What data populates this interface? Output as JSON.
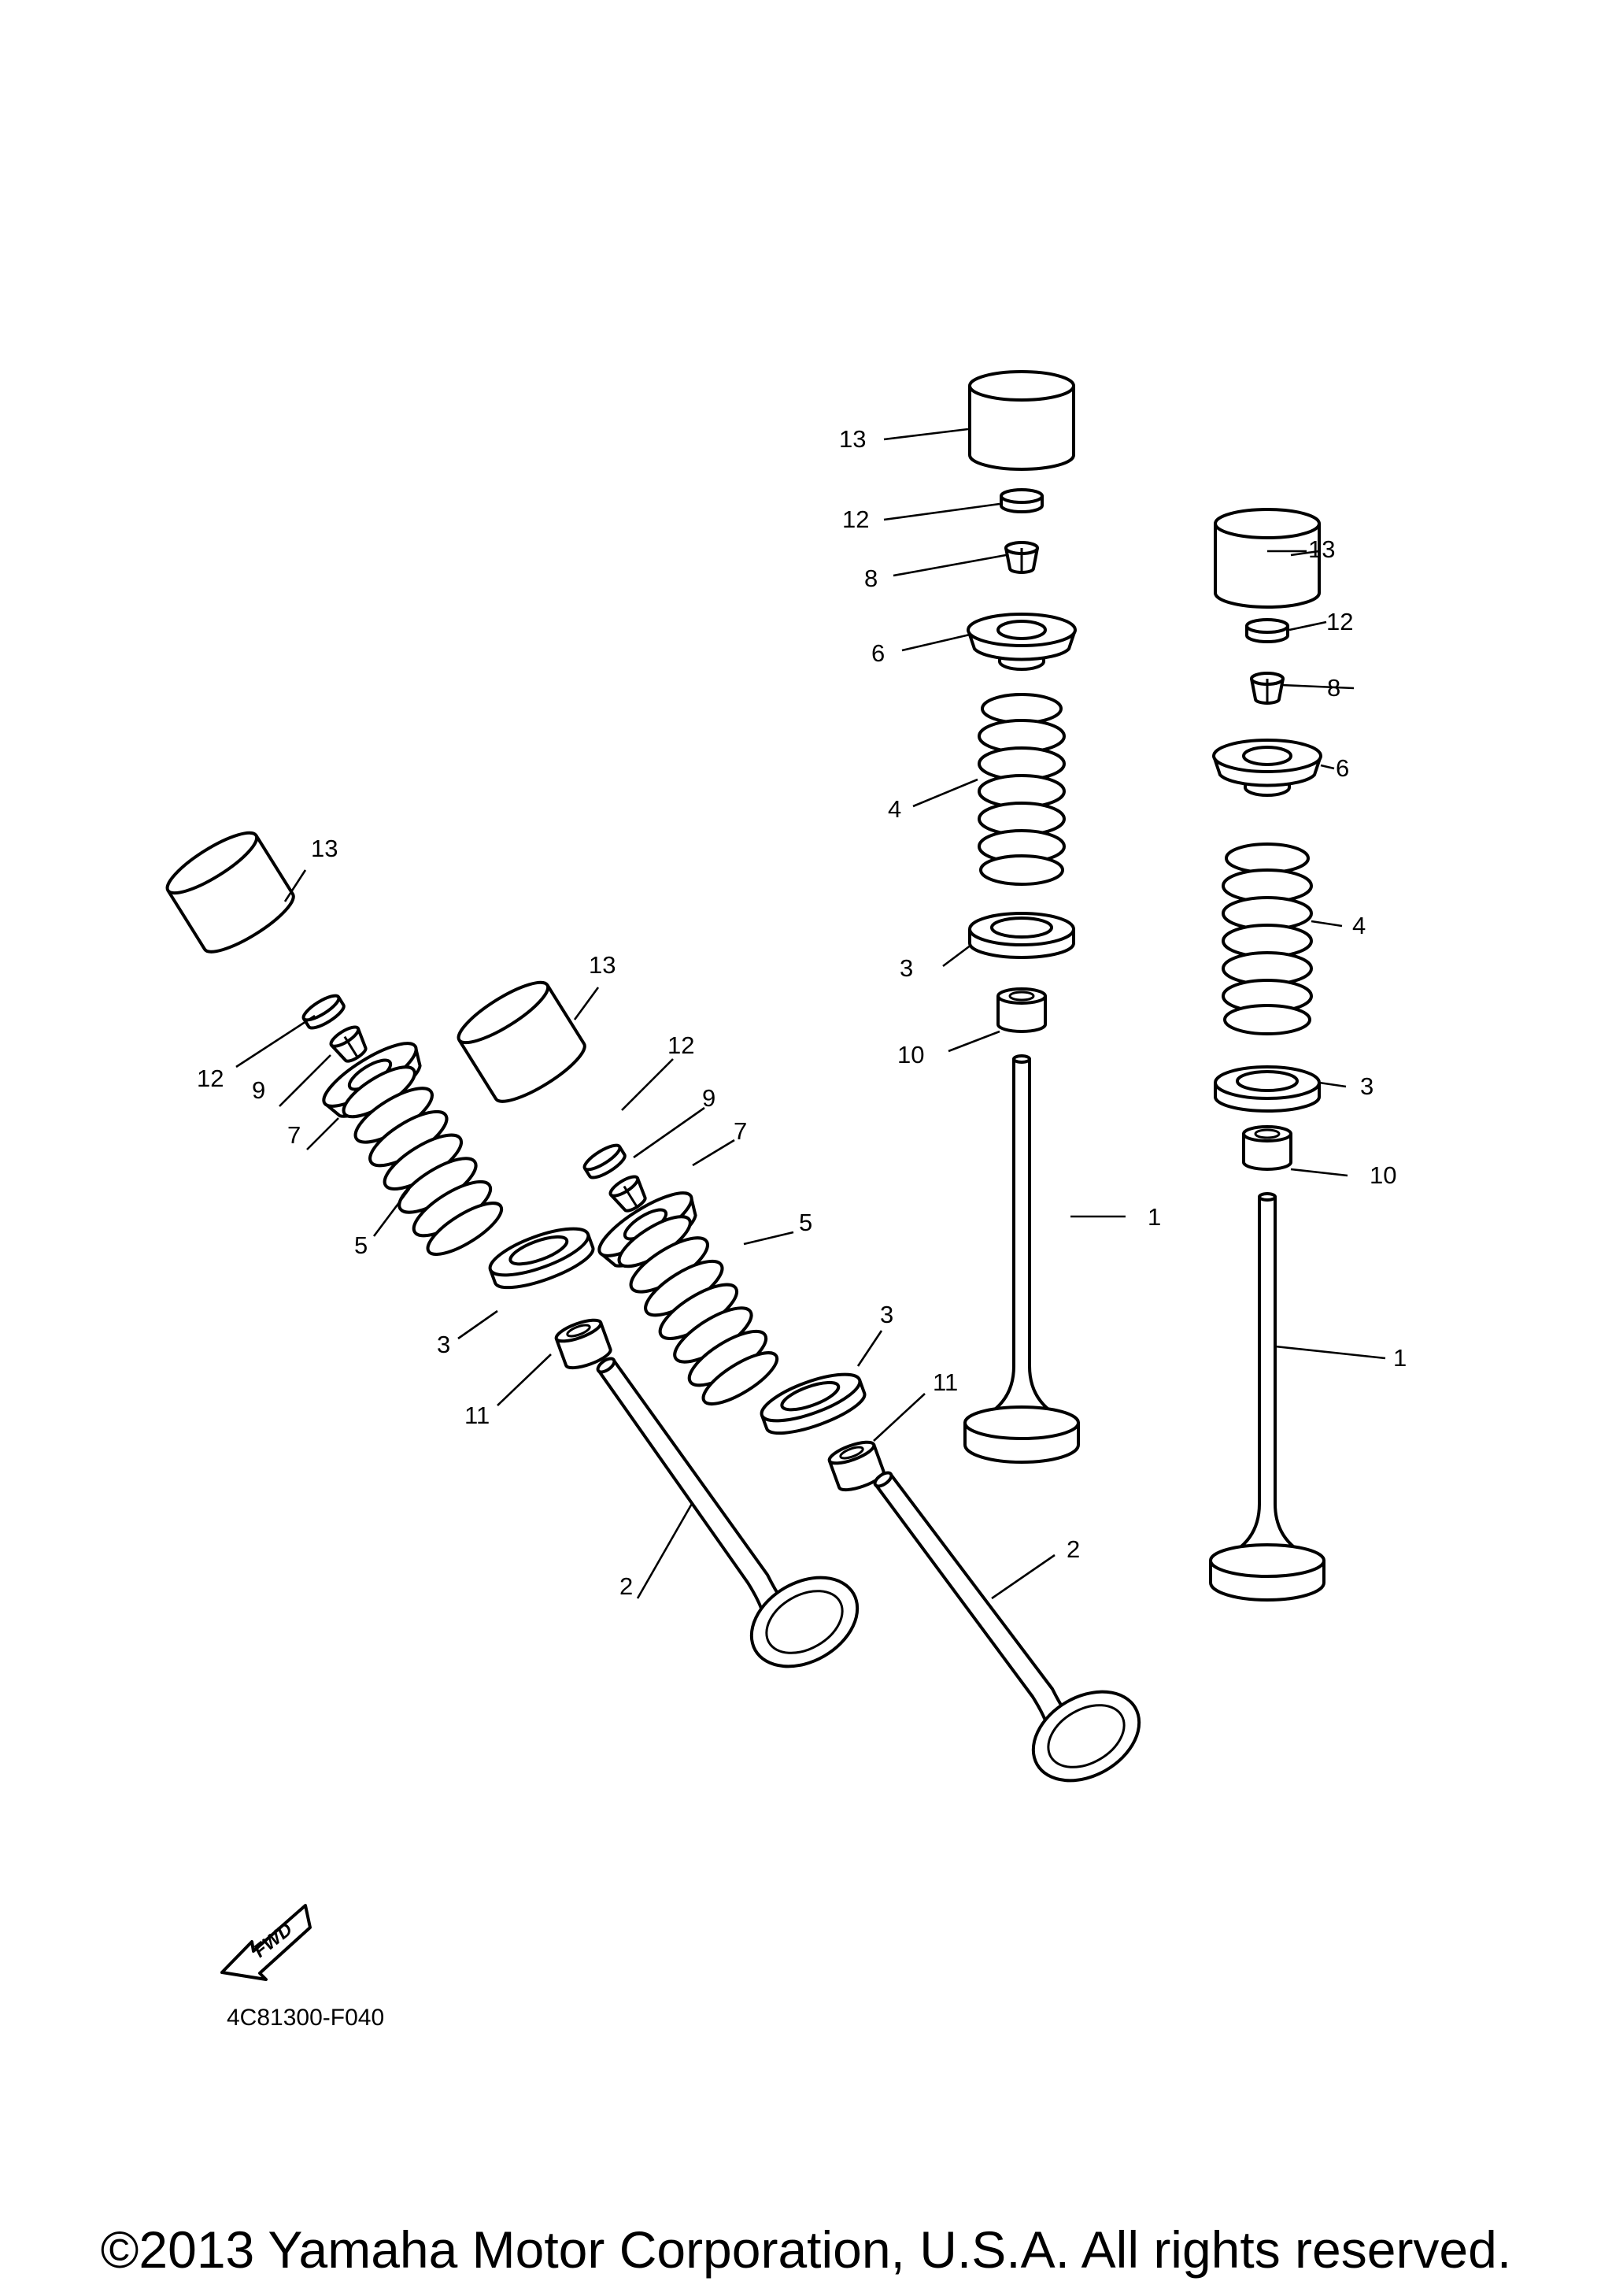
{
  "diagram": {
    "part_code": "4C81300-F040",
    "copyright": "©2013 Yamaha Motor Corporation, U.S.A. All rights reserved.",
    "fwd_label": "FWD",
    "labels": {
      "n1": "1",
      "n2": "2",
      "n3": "3",
      "n4": "4",
      "n5": "5",
      "n6": "6",
      "n7": "7",
      "n8": "8",
      "n9": "9",
      "n10": "10",
      "n11": "11",
      "n12": "12",
      "n13": "13"
    }
  }
}
